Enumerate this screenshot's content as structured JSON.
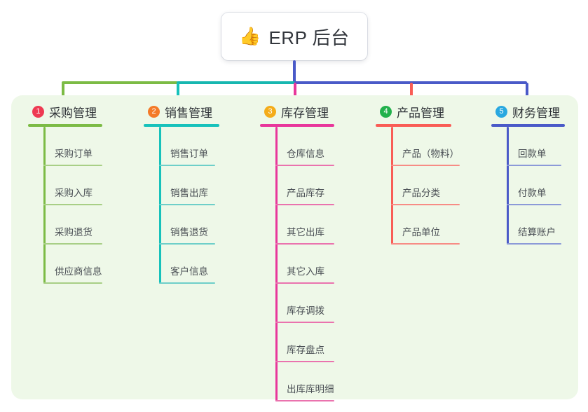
{
  "root": {
    "icon": "thumbs-up-emoji",
    "emoji": "👍",
    "title": "ERP 后台"
  },
  "palette": {
    "panel_bg": "#eef8e8",
    "page_bg": "#ffffff",
    "root_trunk": "#4a5ac8",
    "bar_left": "#7cbb45",
    "bar_mid": "#17b7b0",
    "bar_right": "#4a5ac8"
  },
  "columns": [
    {
      "number": "1",
      "title": "采购管理",
      "badge_color": "#ee3a52",
      "line_color": "#7cbb45",
      "leaf_line_color": "#a8cf86",
      "items": [
        "采购订单",
        "采购入库",
        "采购退货",
        "供应商信息"
      ]
    },
    {
      "number": "2",
      "title": "销售管理",
      "badge_color": "#f47a28",
      "line_color": "#17c2bb",
      "leaf_line_color": "#6ecfc9",
      "items": [
        "销售订单",
        "销售出库",
        "销售退货",
        "客户信息"
      ]
    },
    {
      "number": "3",
      "title": "库存管理",
      "badge_color": "#f4ac19",
      "line_color": "#e8379b",
      "leaf_line_color": "#ea73ae",
      "items": [
        "仓库信息",
        "产品库存",
        "其它出库",
        "其它入库",
        "库存调拨",
        "库存盘点",
        "出库库明细"
      ]
    },
    {
      "number": "4",
      "title": "产品管理",
      "badge_color": "#22b14c",
      "line_color": "#f95d56",
      "leaf_line_color": "#f78c85",
      "items": [
        "产品（物料）",
        "产品分类",
        "产品单位"
      ]
    },
    {
      "number": "5",
      "title": "财务管理",
      "badge_color": "#29a8e0",
      "line_color": "#4a5ac8",
      "leaf_line_color": "#8c9ad8",
      "items": [
        "回款单",
        "付款单",
        "结算账户"
      ]
    }
  ]
}
